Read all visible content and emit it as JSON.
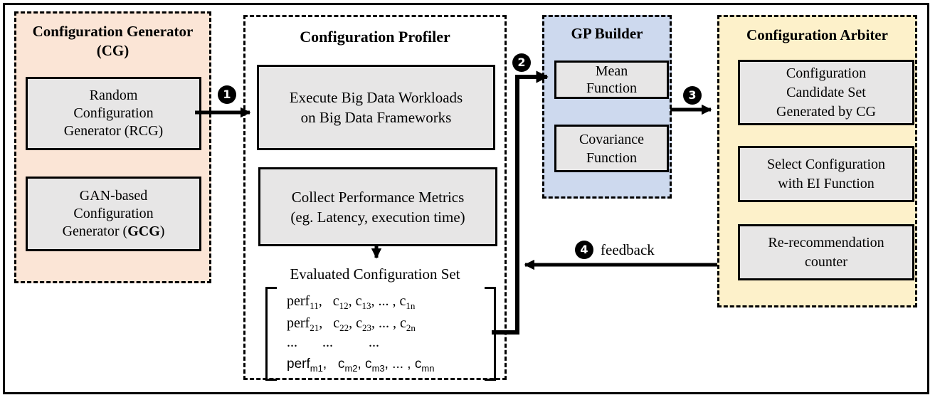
{
  "colors": {
    "cg_bg": "#fbe5d6",
    "gp_bg": "#cdd9ee",
    "arbiter_bg": "#fdf1ca",
    "node_bg": "#e7e6e6",
    "line": "#000000"
  },
  "badges": {
    "step1": "1",
    "step2": "2",
    "step3": "3",
    "step4": "4"
  },
  "feedback_label": "feedback",
  "cg": {
    "title_lines": [
      "Configuration Generator",
      "(CG)"
    ],
    "rcg_lines": [
      "Random",
      "Configuration",
      "Generator (RCG)"
    ],
    "gcg_lines": [
      "GAN-based",
      "Configuration"
    ],
    "gcg_line3_pre": "Generator (",
    "gcg_line3_bold": "GCG",
    "gcg_line3_post": ")"
  },
  "profiler": {
    "title": "Configuration Profiler",
    "execute_lines": [
      "Execute Big Data Workloads",
      "on Big Data Frameworks"
    ],
    "collect_lines": [
      "Collect Performance Metrics",
      "(eg. Latency, execution time)"
    ],
    "evaluated_label": "Evaluated Configuration Set",
    "matrix_rows": [
      [
        "perf",
        "_11",
        ",   c",
        "_12",
        ", c",
        "_13",
        ", ... , c",
        "_1n"
      ],
      [
        "perf",
        "_21",
        ",   c",
        "_22",
        ", c",
        "_23",
        ", ... , c",
        "_2n"
      ],
      [
        "...       ...          ..."
      ],
      [
        "perf",
        "_m1",
        ",   c",
        "_m2",
        ", c",
        "_m3",
        ", ... , c",
        "_mn"
      ]
    ]
  },
  "gp": {
    "title": "GP Builder",
    "mean_lines": [
      "Mean",
      "Function"
    ],
    "covariance_lines": [
      "Covariance",
      "Function"
    ]
  },
  "arbiter": {
    "title": "Configuration Arbiter",
    "candidate_lines": [
      "Configuration",
      "Candidate Set",
      "Generated by CG"
    ],
    "select_lines": [
      "Select Configuration",
      "with EI Function"
    ],
    "rerec_lines": [
      "Re-recommendation",
      "counter"
    ]
  }
}
